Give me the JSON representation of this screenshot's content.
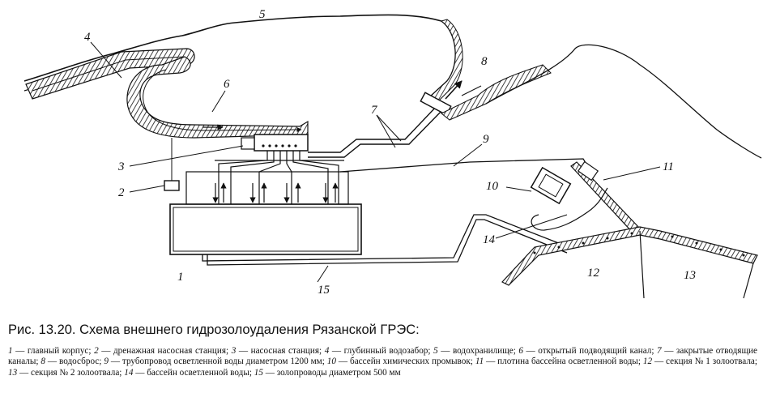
{
  "callouts": {
    "n1": "1",
    "n2": "2",
    "n3": "3",
    "n4": "4",
    "n5": "5",
    "n6": "6",
    "n7": "7",
    "n8": "8",
    "n9": "9",
    "n10": "10",
    "n11": "11",
    "n12": "12",
    "n13": "13",
    "n14": "14",
    "n15": "15"
  },
  "caption": {
    "title": "Рис. 13.20. Схема внешнего гидрозолоудаления Рязанской ГРЭС:",
    "legend": [
      {
        "num": "1",
        "text": " — главный корпус; "
      },
      {
        "num": "2",
        "text": " — дренажная насосная станция; "
      },
      {
        "num": "3",
        "text": " — насосная станция; "
      },
      {
        "num": "4",
        "text": " — глубинный водозабор; "
      },
      {
        "num": "5",
        "text": " — водохранилище; "
      },
      {
        "num": "6",
        "text": " — открытый подводящий канал; "
      },
      {
        "num": "7",
        "text": " — закрытые отводящие каналы; "
      },
      {
        "num": "8",
        "text": " — водосброс; "
      },
      {
        "num": "9",
        "text": " — трубопровод осветленной воды диаметром 1200 мм; "
      },
      {
        "num": "10",
        "text": " — бассейн химических промывок; "
      },
      {
        "num": "11",
        "text": " — плотина бассейна осветленной воды; "
      },
      {
        "num": "12",
        "text": " — секция № 1 золоотвала; "
      },
      {
        "num": "13",
        "text": " — секция № 2 золоотвала; "
      },
      {
        "num": "14",
        "text": " — бассейн осветленной воды; "
      },
      {
        "num": "15",
        "text": " — золопроводы диаметром 500 мм"
      }
    ]
  }
}
